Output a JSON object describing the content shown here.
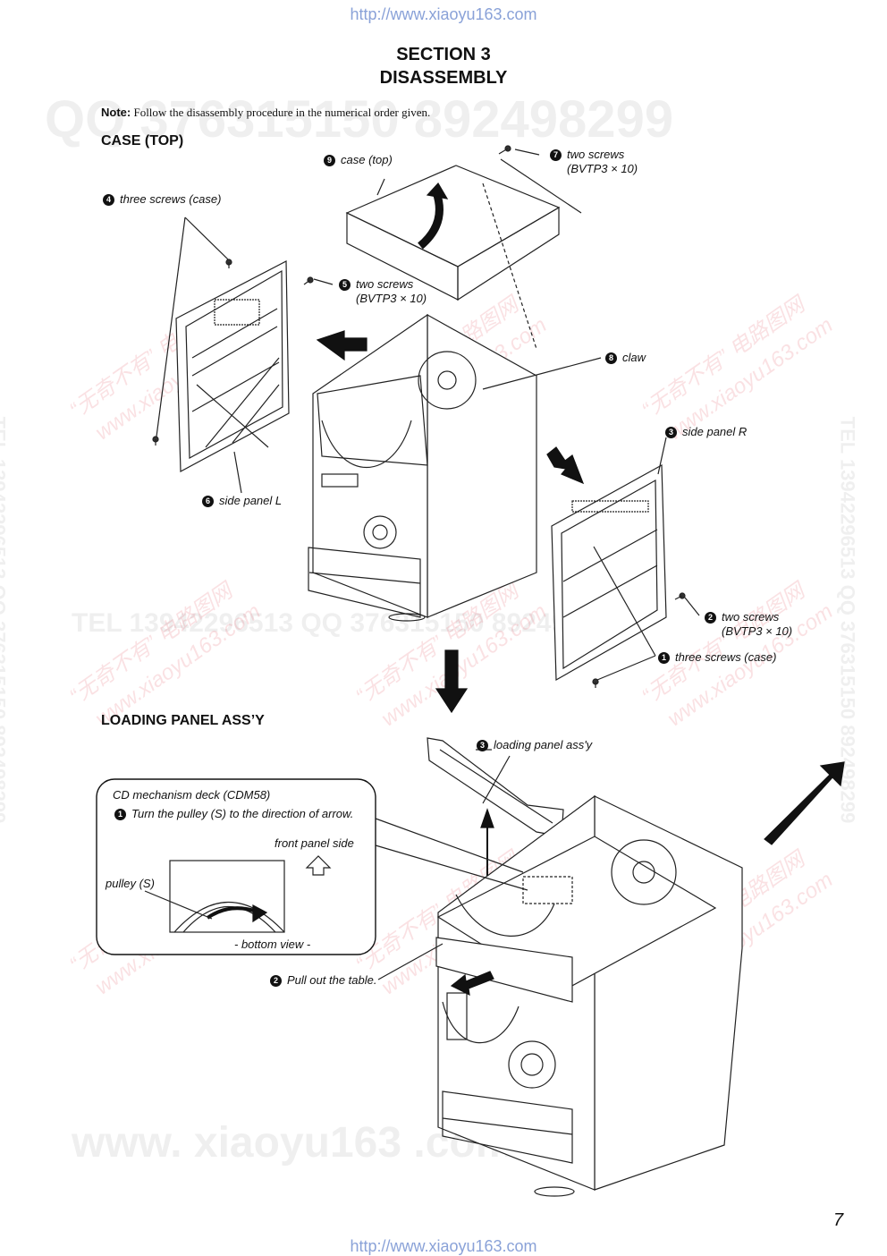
{
  "header_url": "http://www.xiaoyu163.com",
  "footer_url": "http://www.xiaoyu163.com",
  "section": {
    "line1": "SECTION 3",
    "line2": "DISASSEMBLY"
  },
  "note": {
    "label": "Note:",
    "text": "Follow the disassembly procedure in the numerical order given."
  },
  "case_top": {
    "heading": "CASE (TOP)",
    "labels": [
      {
        "num": "9",
        "text": "case (top)"
      },
      {
        "num": "7",
        "text": "two screws",
        "sub": "(BVTP3 × 10)"
      },
      {
        "num": "4",
        "text": "three screws (case)"
      },
      {
        "num": "5",
        "text": "two screws",
        "sub": "(BVTP3 × 10)"
      },
      {
        "num": "8",
        "text": "claw"
      },
      {
        "num": "3",
        "text": "side panel R"
      },
      {
        "num": "6",
        "text": "side panel L"
      },
      {
        "num": "2",
        "text": "two screws",
        "sub": "(BVTP3 × 10)"
      },
      {
        "num": "1",
        "text": "three screws (case)"
      }
    ]
  },
  "loading_panel": {
    "heading": "LOADING  PANEL  ASS’Y",
    "label_loading": {
      "num": "3",
      "text": "loading panel ass'y"
    },
    "label_pull": {
      "num": "2",
      "text": "Pull out the table."
    },
    "callout": {
      "title": "CD mechanism deck (CDM58)",
      "step": {
        "num": "1",
        "text": "Turn the pulley (S) to the direction of arrow."
      },
      "front_panel_side": "front panel side",
      "pulley": "pulley (S)",
      "bottom_view": "- bottom view -"
    }
  },
  "watermarks": {
    "qq_top": "QQ 376315150   892498299",
    "tel_mid": "TEL 13942296513   QQ 376315150   892498299",
    "www_bottom": "www. xiaoyu163 .com",
    "vertical": "TEL 13942296513   QQ 376315150   892498299",
    "cn_site": "“无奇不有” 电路图网",
    "cn_url": "www.xiaoyu163.com"
  },
  "page_number": "7"
}
